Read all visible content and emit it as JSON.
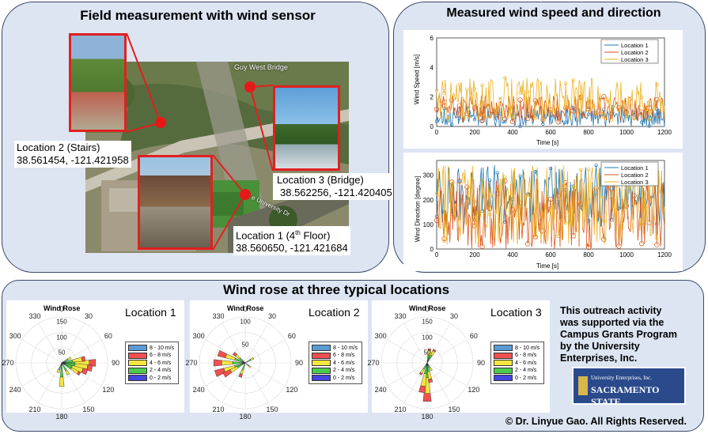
{
  "panels": {
    "field_title": "Field measurement with wind sensor",
    "measured_title": "Measured wind speed and direction",
    "rose_title": "Wind rose at three typical locations"
  },
  "map": {
    "bridge_name": "Guy West Bridge",
    "road_name": "e University Dr",
    "locations": [
      {
        "name": "Location 2 (Stairs)",
        "coords": "38.561454, -121.421958"
      },
      {
        "name": "Location 3 (Bridge)",
        "coords": "38.562256, -121.420405"
      },
      {
        "name_main": "Location 1 (4",
        "name_sup": "th",
        "name_end": " Floor)",
        "coords": "38.560650, -121.421684"
      }
    ]
  },
  "speed_plot": {
    "ylabel": "Wind Speed [m/s]",
    "xlabel": "Time [s]",
    "xticks": [
      "0",
      "200",
      "400",
      "600",
      "800",
      "1000",
      "1200"
    ],
    "yticks": [
      "0",
      "2",
      "4",
      "6"
    ],
    "legend": [
      "Location 1",
      "Location 2",
      "Location 3"
    ]
  },
  "dir_plot": {
    "ylabel": "Wind Direction [degree]",
    "xlabel": "Time [s]",
    "xticks": [
      "0",
      "200",
      "400",
      "600",
      "800",
      "1000",
      "1200"
    ],
    "yticks": [
      "0",
      "100",
      "200",
      "300"
    ],
    "legend": [
      "Location 1",
      "Location 2",
      "Location 3"
    ]
  },
  "series_colors": {
    "loc1": "#1f77b4",
    "loc2": "#d95319",
    "loc3": "#edb120"
  },
  "wind_rose": {
    "title": "Wind Rose",
    "angles": [
      "0",
      "30",
      "60",
      "90",
      "120",
      "150",
      "180",
      "210",
      "240",
      "270",
      "300",
      "330"
    ],
    "legend": [
      "8 - 10 m/s",
      "6 - 8 m/s",
      "4 - 6 m/s",
      "2 - 4 m/s",
      "0 - 2 m/s"
    ],
    "legend_colors": [
      "#5b9bd5",
      "#f05050",
      "#f5e642",
      "#4ccc4c",
      "#4545e0"
    ],
    "roses": [
      {
        "location": "Location 1",
        "rings": [
          "50",
          "100",
          "150"
        ]
      },
      {
        "location": "Location 2",
        "rings": [
          "50",
          "100"
        ]
      },
      {
        "location": "Location 3",
        "rings": [
          "50",
          "100",
          "150"
        ]
      }
    ]
  },
  "outreach": {
    "lines": [
      "This outreach activity",
      "was supported via the",
      "Campus Grants Program",
      "by the  University",
      "Enterprises, Inc."
    ]
  },
  "logo": {
    "line1": "University Enterprises, Inc.",
    "line2": "SACRAMENTO STATE"
  },
  "copyright": "© Dr. Linyue Gao. All Rights Reserved."
}
